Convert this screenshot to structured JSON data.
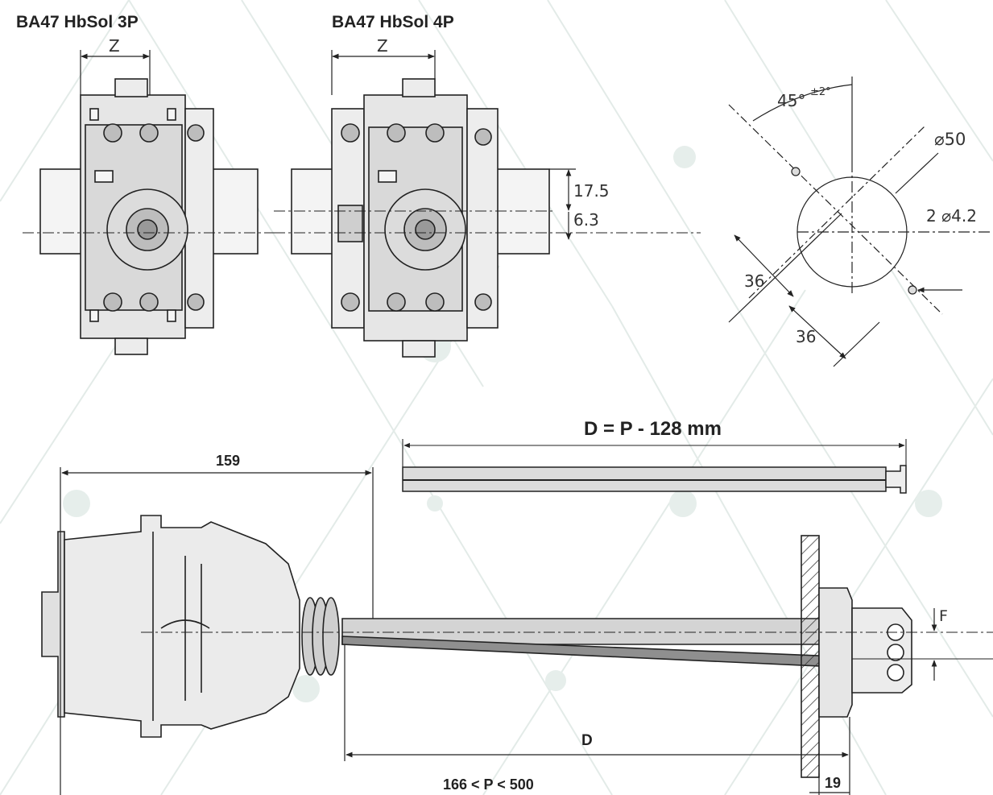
{
  "titles": {
    "model_3p": "BA47 HbSol 3P",
    "model_4p": "BA47 HbSol 4P"
  },
  "top_dims": {
    "z_3p": "Z",
    "z_4p": "Z",
    "d_17_5": "17.5",
    "d_6_3": "6.3"
  },
  "drilling": {
    "angle": "45°",
    "angle_tol": "±2°",
    "diam_50": "⌀50",
    "holes": "2 ⌀4.2",
    "d36_a": "36",
    "d36_b": "36"
  },
  "bottom_dims": {
    "shaft_formula": "D = P - 128 mm",
    "d_159": "159",
    "d_D": "D",
    "p_range": "166 < P < 500",
    "d_19": "19",
    "d_F": "F"
  },
  "colors": {
    "line": "#222222",
    "body_fill": "#ececec",
    "body_fill_dark": "#d6d6d6",
    "shaft_fill": "#cfcfcf",
    "shaft_dark": "#8f8f8f",
    "bg_pattern": "#eef3f1"
  }
}
